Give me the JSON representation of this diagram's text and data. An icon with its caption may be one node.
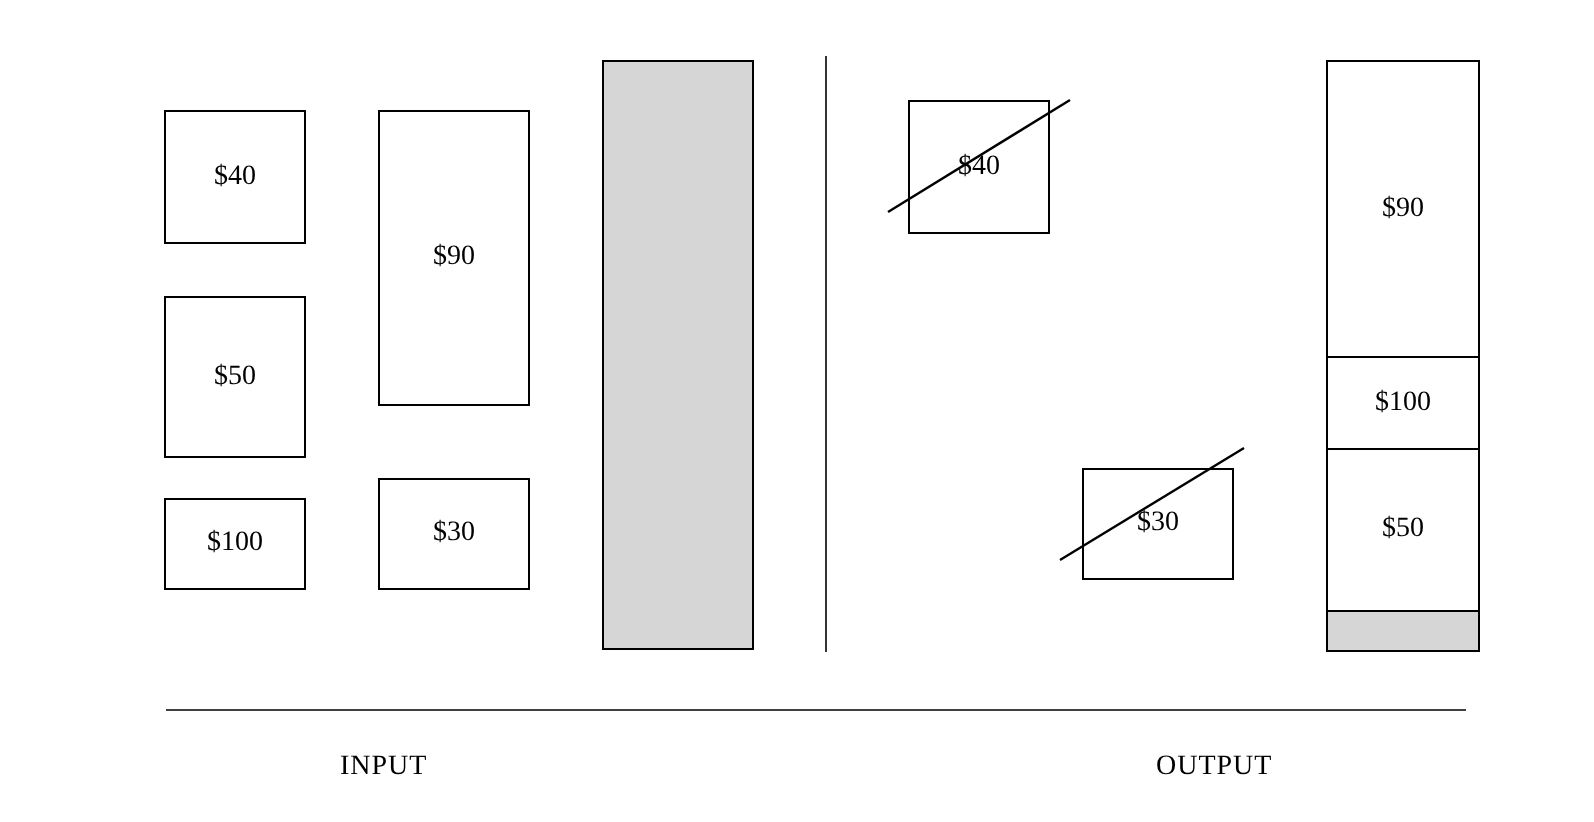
{
  "diagram": {
    "nodes": [
      {
        "text": [
          "$40"
        ]
      },
      {
        "text": [
          "$50"
        ]
      },
      {
        "text": [
          "$100"
        ]
      },
      {
        "text": [
          "$90"
        ]
      },
      {
        "text": [
          "$30"
        ]
      },
      {
        "text": [],
        "shape": "bar"
      },
      {
        "text": [
          "$40"
        ]
      },
      {
        "text": [
          "$30"
        ]
      },
      {
        "text": [],
        "shape": "box"
      },
      {
        "text": [
          "$90"
        ],
        "in": 8
      },
      {
        "text": [
          "$100"
        ],
        "in": 8
      },
      {
        "text": [
          "$50"
        ],
        "in": 8
      },
      {
        "text": [],
        "shape": "bar",
        "in": 8
      }
    ],
    "edges": [],
    "labels": [
      "INPUT",
      "OUTPUT"
    ]
  }
}
